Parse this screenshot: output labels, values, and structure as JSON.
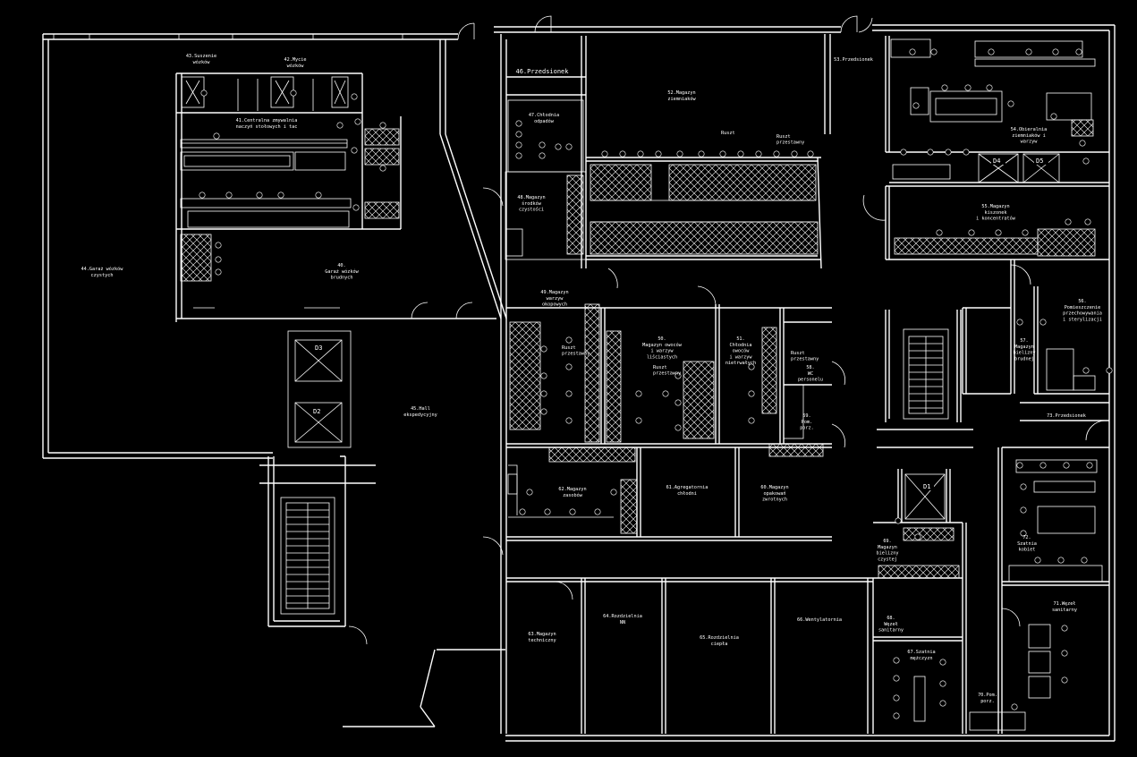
{
  "rooms": [
    {
      "id": "r43",
      "lines": [
        "43.Suszenie",
        "wózków"
      ]
    },
    {
      "id": "r42",
      "lines": [
        "42.Mycie",
        "wózków"
      ]
    },
    {
      "id": "r41",
      "lines": [
        "41.Centralna zmywalnia",
        "naczyń stołowych i tac"
      ]
    },
    {
      "id": "r44",
      "lines": [
        "44.Garaż wózków",
        "czystych"
      ]
    },
    {
      "id": "r40",
      "lines": [
        "40.",
        "Garaż wózków",
        "brudnych"
      ]
    },
    {
      "id": "r45",
      "lines": [
        "45.Hall",
        "ekspedycyjny"
      ]
    },
    {
      "id": "r46",
      "lines": [
        "46.Przedsionek"
      ]
    },
    {
      "id": "r47",
      "lines": [
        "47.Chłodnia",
        "odpadów"
      ]
    },
    {
      "id": "r48",
      "lines": [
        "48.Magazyn",
        "środków",
        "czystości"
      ]
    },
    {
      "id": "r52",
      "lines": [
        "52.Magazyn",
        "ziemniaków"
      ]
    },
    {
      "id": "r53",
      "lines": [
        "53.Przedsionek"
      ]
    },
    {
      "id": "r54",
      "lines": [
        "54.Obieralnia",
        "ziemniaków i",
        "warzyw"
      ]
    },
    {
      "id": "r55",
      "lines": [
        "55.Magazyn",
        "kiszonek",
        "i koncentratów"
      ]
    },
    {
      "id": "r49",
      "lines": [
        "49.Magazyn",
        "warzyw",
        "okopowych"
      ]
    },
    {
      "id": "r50",
      "lines": [
        "50.",
        "Magazyn owoców",
        "i warzyw",
        "liściastych"
      ]
    },
    {
      "id": "r51",
      "lines": [
        "51.",
        "Chłodnia",
        "owoców",
        "i warzyw",
        "nietrwałych"
      ]
    },
    {
      "id": "r58",
      "lines": [
        "58.",
        "WC",
        "personelu"
      ]
    },
    {
      "id": "r59",
      "lines": [
        "59.",
        "Pom.",
        "porz."
      ]
    },
    {
      "id": "r56",
      "lines": [
        "56.",
        "Pomieszczenie",
        "przechowywania",
        "i sterylizacji"
      ]
    },
    {
      "id": "r57",
      "lines": [
        "57.",
        "Magazyn",
        "bielizny",
        "brudnej"
      ]
    },
    {
      "id": "r73",
      "lines": [
        "73.Przedsionek"
      ]
    },
    {
      "id": "r62",
      "lines": [
        "62.Magazyn",
        "zasobów"
      ]
    },
    {
      "id": "r61",
      "lines": [
        "61.Agregatornia",
        "chłodni"
      ]
    },
    {
      "id": "r60",
      "lines": [
        "60.Magazyn",
        "opakowań",
        "zwrotnych"
      ]
    },
    {
      "id": "r69",
      "lines": [
        "69.",
        "Magazyn",
        "bielizny",
        "czystej"
      ]
    },
    {
      "id": "r72",
      "lines": [
        "72.",
        "Szatnia",
        "kobiet"
      ]
    },
    {
      "id": "r63",
      "lines": [
        "63.Magazyn",
        "techniczny"
      ]
    },
    {
      "id": "r64",
      "lines": [
        "64.Rozdzielnia",
        "NN"
      ]
    },
    {
      "id": "r65",
      "lines": [
        "65.Rozdzielnia",
        "ciepła"
      ]
    },
    {
      "id": "r66",
      "lines": [
        "66.Wentylatornia"
      ]
    },
    {
      "id": "r68",
      "lines": [
        "68.",
        "Węzeł",
        "sanitarny"
      ]
    },
    {
      "id": "r67",
      "lines": [
        "67.Szatnia",
        "mężczyzn"
      ]
    },
    {
      "id": "r71",
      "lines": [
        "71.Węzeł",
        "sanitarny"
      ]
    },
    {
      "id": "r70",
      "lines": [
        "70.Pom.",
        "porz."
      ]
    }
  ],
  "annotations": [
    {
      "id": "a1",
      "text": "Ruszt"
    },
    {
      "id": "a2",
      "text": "Ruszt",
      "line2": "przestawny"
    },
    {
      "id": "a3",
      "text": "Ruszt",
      "line2": "przestawny"
    },
    {
      "id": "a4",
      "text": "Ruszt",
      "line2": "przestawny"
    },
    {
      "id": "a5",
      "text": "Ruszt",
      "line2": "przestawny"
    }
  ],
  "lifts": [
    {
      "id": "D3",
      "label": "D3"
    },
    {
      "id": "D2",
      "label": "D2"
    },
    {
      "id": "D1",
      "label": "D1"
    },
    {
      "id": "D4",
      "label": "D4"
    },
    {
      "id": "D5",
      "label": "D5"
    }
  ],
  "colors": {
    "background": "#000000",
    "lines": "#ffffff"
  }
}
